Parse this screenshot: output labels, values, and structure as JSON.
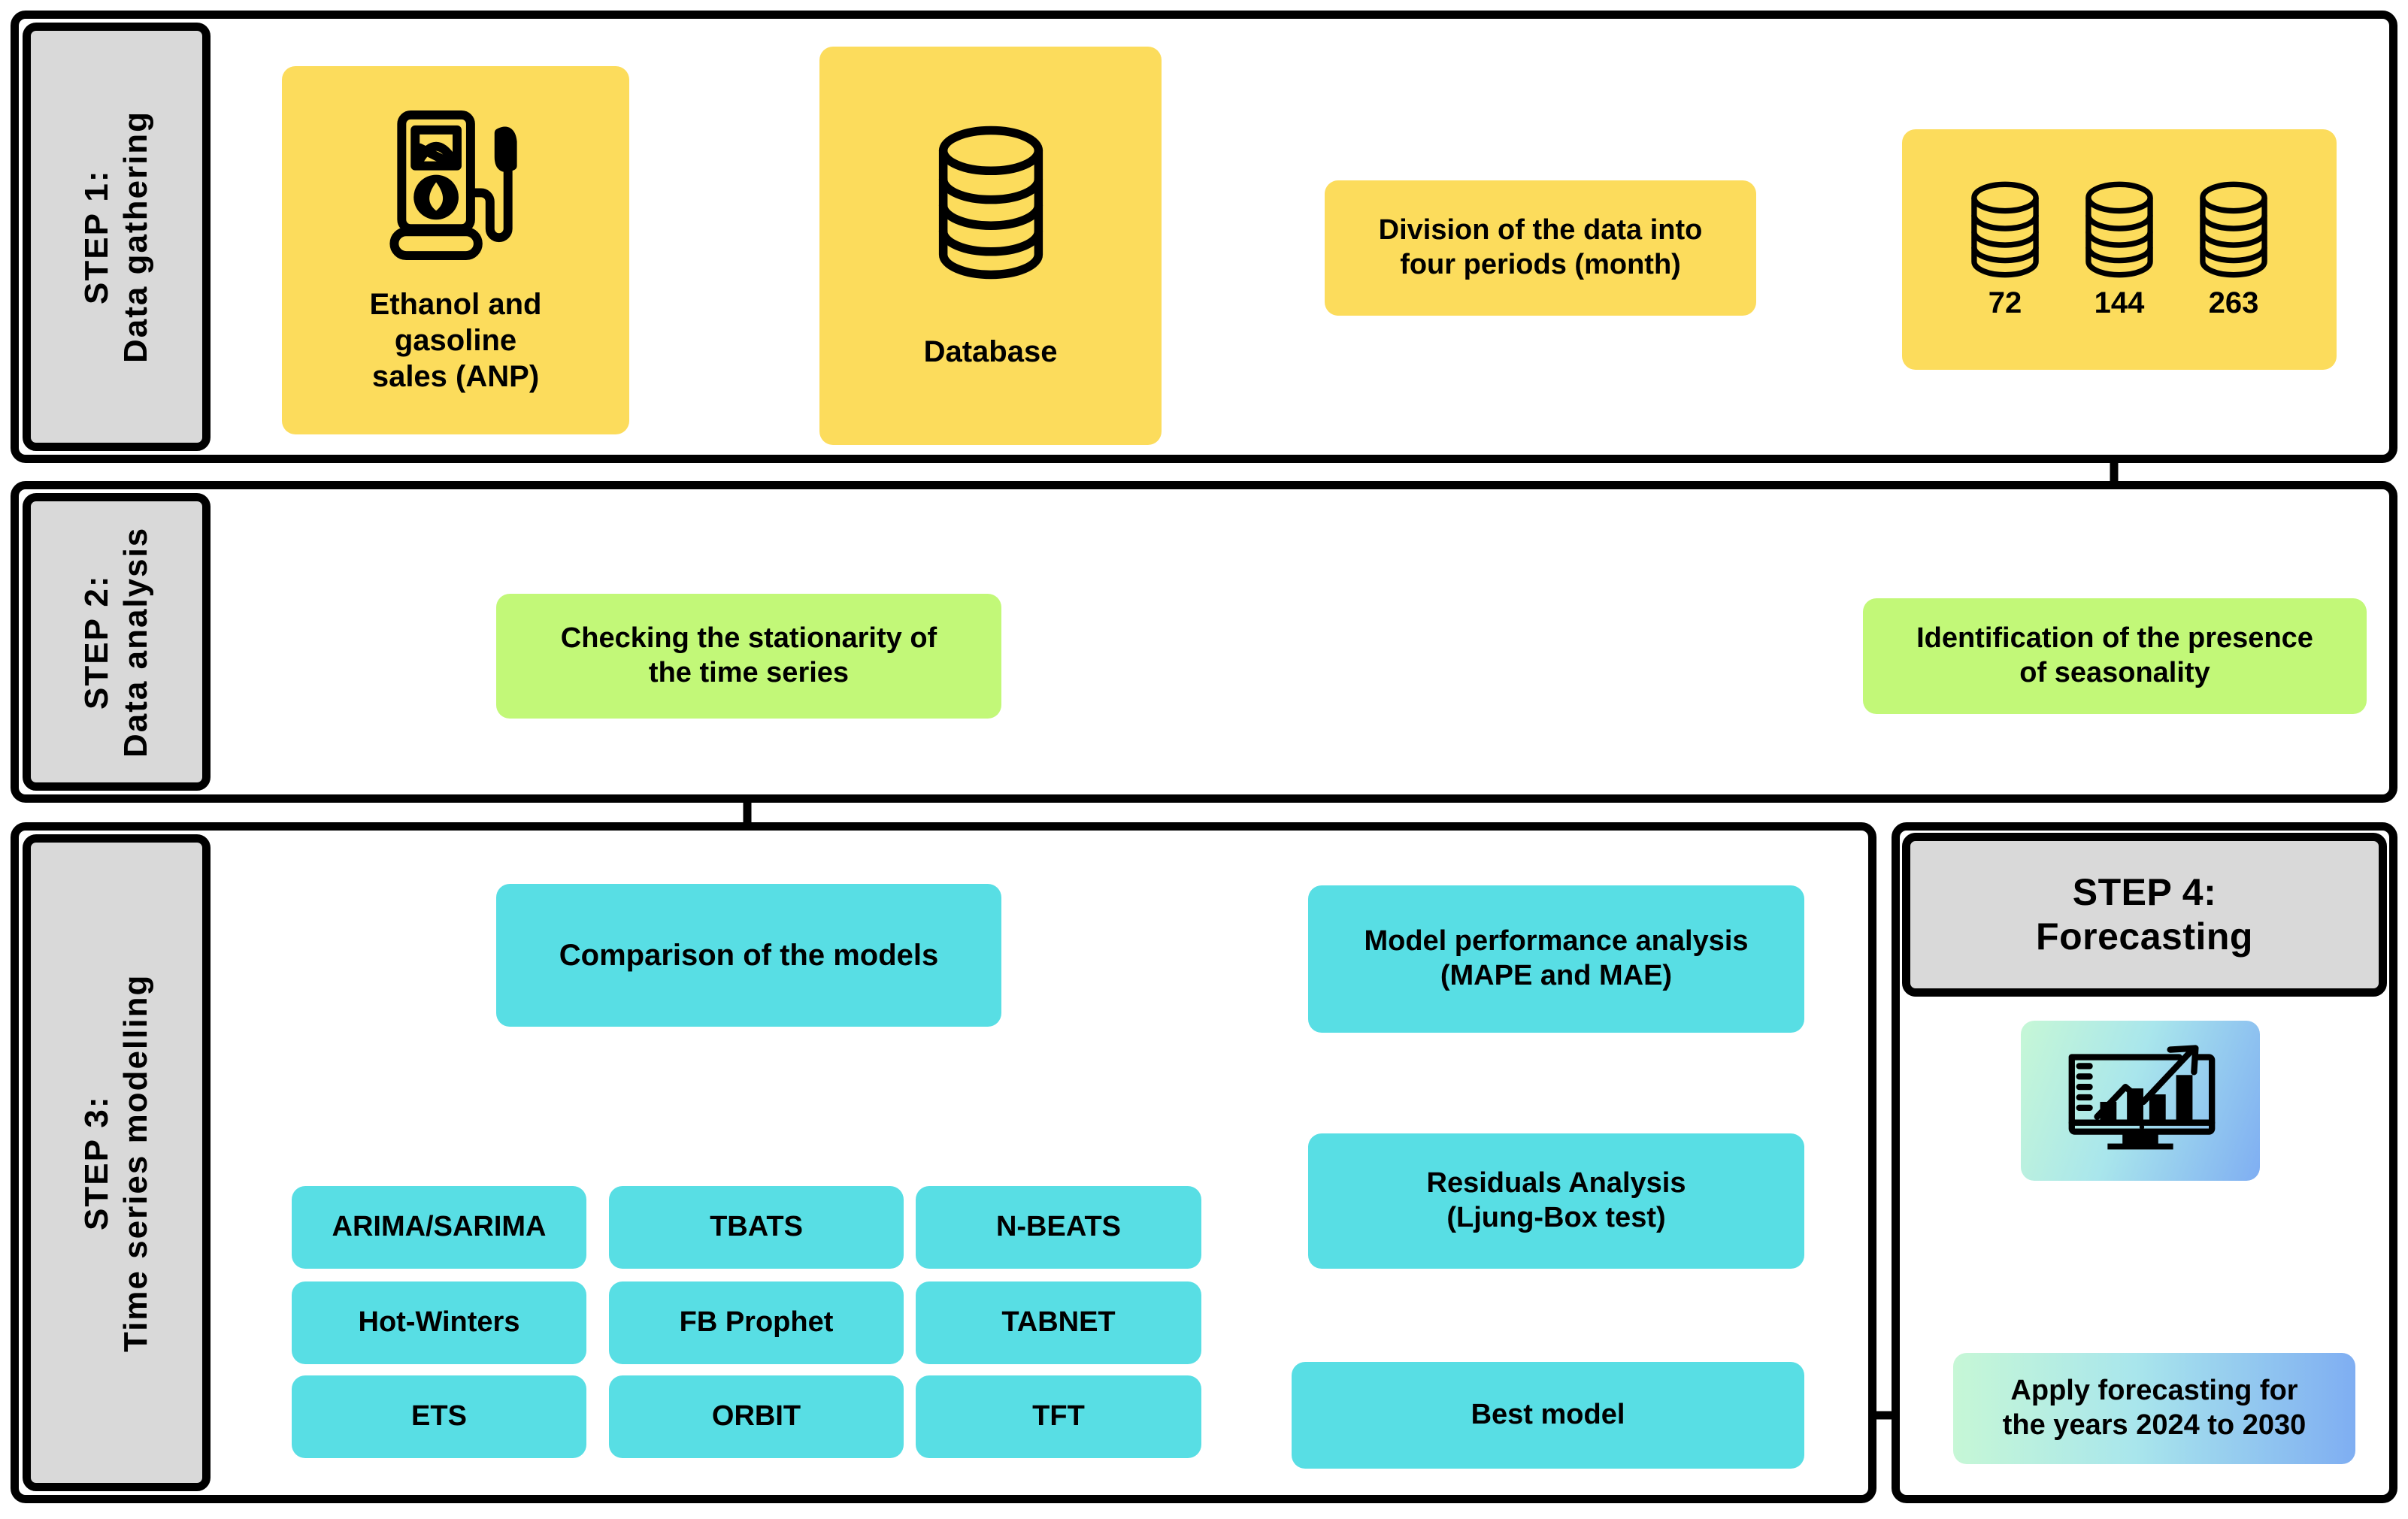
{
  "steps": [
    {
      "id": "step1",
      "label": "STEP 1:\nData gathering"
    },
    {
      "id": "step2",
      "label": "STEP 2:\nData analysis"
    },
    {
      "id": "step3",
      "label": "STEP 3:\nTime series modelling"
    },
    {
      "id": "step4",
      "label": "STEP 4:\nForecasting"
    }
  ],
  "step1": {
    "source_box": {
      "label": "Ethanol and\ngasoline\nsales (ANP)",
      "icon": "fuel-pump-icon",
      "color": "#FCDC5C"
    },
    "database_box": {
      "label": "Database",
      "icon": "database-cylinder-icon",
      "color": "#FCDC5C"
    },
    "division_box": {
      "label": "Division of the data into\nfour periods (month)",
      "color": "#FCDC5C"
    },
    "periods_box": {
      "icon": "three-database-cylinders-icon",
      "color": "#FCDC5C",
      "counts": [
        "72",
        "144",
        "263"
      ]
    }
  },
  "step2": {
    "stationarity_box": {
      "label": "Checking the stationarity of\nthe time series",
      "color": "#C2F878"
    },
    "seasonality_box": {
      "label": "Identification of the presence\nof seasonality",
      "color": "#C2F878"
    }
  },
  "step3": {
    "comparison_box": {
      "label": "Comparison of the models",
      "color": "#58DEE4"
    },
    "models": [
      [
        "ARIMA/SARIMA",
        "TBATS",
        "N-BEATS"
      ],
      [
        "Hot-Winters",
        "FB Prophet",
        "TABNET"
      ],
      [
        "ETS",
        "ORBIT",
        "TFT"
      ]
    ],
    "performance_box": {
      "label": "Model performance analysis\n(MAPE and MAE)",
      "color": "#58DEE4"
    },
    "residuals_box": {
      "label": "Residuals Analysis\n(Ljung-Box test)",
      "color": "#58DEE4"
    },
    "best_model_box": {
      "label": "Best model",
      "color": "#58DEE4"
    }
  },
  "step4": {
    "chart_icon": {
      "icon": "monitor-growth-chart-icon"
    },
    "apply_box": {
      "label": "Apply forecasting for\nthe years 2024 to 2030"
    }
  }
}
